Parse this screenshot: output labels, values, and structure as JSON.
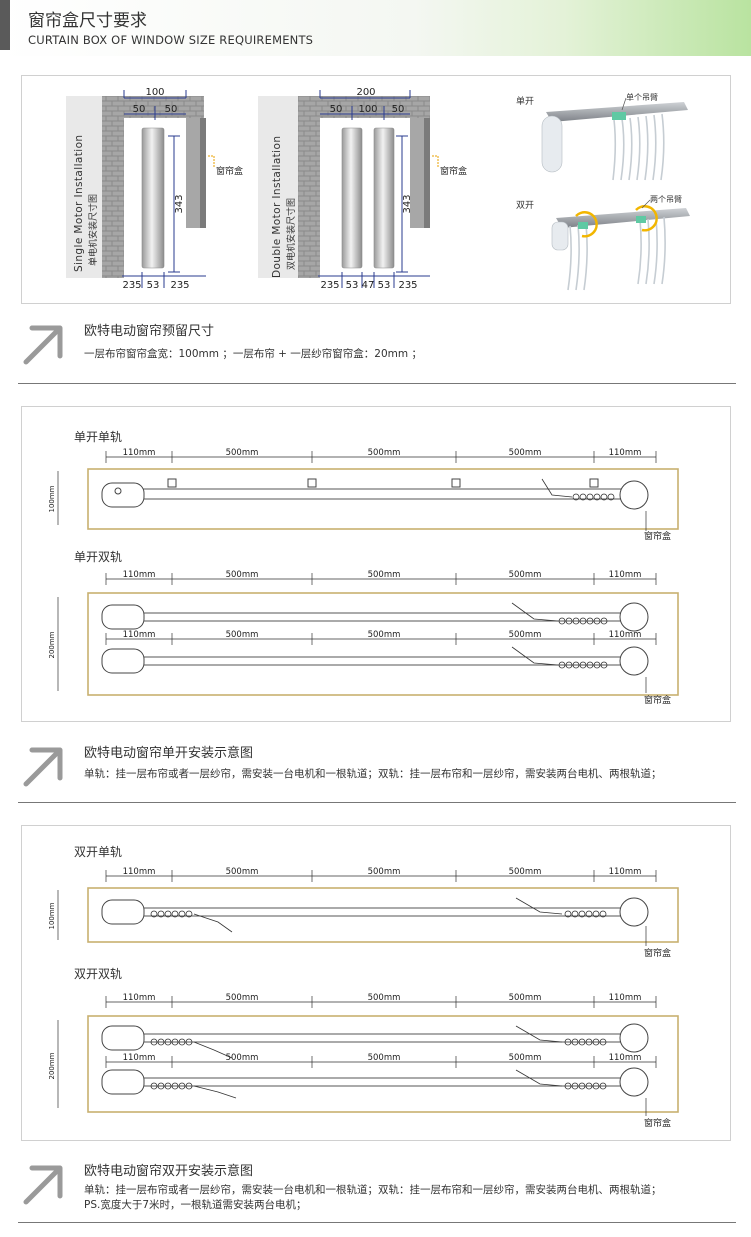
{
  "header": {
    "title": "窗帘盒尺寸要求",
    "subtitle": "CURTAIN BOX OF WINDOW SIZE REQUIREMENTS"
  },
  "panel1": {
    "single": {
      "title_en": "Single Motor Installation",
      "title_cn": "单电机安装尺寸图",
      "top_total": "100",
      "top_parts": [
        "50",
        "50"
      ],
      "height": "343",
      "bottom": [
        "235",
        "53",
        "235"
      ],
      "box_label": "窗帘盒"
    },
    "double": {
      "title_en": "Double Motor Installation",
      "title_cn": "双电机安装尺寸图",
      "top_total": "200",
      "top_parts": [
        "50",
        "100",
        "50"
      ],
      "height": "343",
      "bottom": [
        "235",
        "53",
        "47",
        "53",
        "235"
      ],
      "box_label": "窗帘盒"
    },
    "types": {
      "single_open": "单开",
      "single_arm": "单个吊臂",
      "double_open": "双开",
      "double_arm": "两个吊臂"
    }
  },
  "note1": {
    "title": "欧特电动窗帘预留尺寸",
    "line1": "一层布帘窗帘盒宽：100mm  ；一层布帘 + 一层纱帘窗帘盒：20mm  ；"
  },
  "panel2": {
    "section1": {
      "title": "单开单轨",
      "dims": [
        "110mm",
        "500mm",
        "500mm",
        "500mm",
        "110mm"
      ],
      "side_dim": "100mm",
      "box_label": "窗帘盒"
    },
    "section2": {
      "title": "单开双轨",
      "dims_top": [
        "110mm",
        "500mm",
        "500mm",
        "500mm",
        "110mm"
      ],
      "dims_bottom": [
        "110mm",
        "500mm",
        "500mm",
        "500mm",
        "110mm"
      ],
      "side_dim": "200mm",
      "box_label": "窗帘盒"
    }
  },
  "note2": {
    "title": "欧特电动窗帘单开安装示意图",
    "line1": "单轨：挂一层布帘或者一层纱帘，需安装一台电机和一根轨道；双轨：挂一层布帘和一层纱帘，需安装两台电机、两根轨道；"
  },
  "panel3": {
    "section1": {
      "title": "双开单轨",
      "dims": [
        "110mm",
        "500mm",
        "500mm",
        "500mm",
        "110mm"
      ],
      "side_dim": "100mm",
      "box_label": "窗帘盒"
    },
    "section2": {
      "title": "双开双轨",
      "dims_top": [
        "110mm",
        "500mm",
        "500mm",
        "500mm",
        "110mm"
      ],
      "dims_bottom": [
        "110mm",
        "500mm",
        "500mm",
        "500mm",
        "110mm"
      ],
      "side_dim": "200mm",
      "box_label": "窗帘盒"
    }
  },
  "note3": {
    "title": "欧特电动窗帘双开安装示意图",
    "line1": "单轨：挂一层布帘或者一层纱帘，需安装一台电机和一根轨道；双轨：挂一层布帘和一层纱帘，需安装两台电机、两根轨道；",
    "line2": "PS.宽度大于7米时，一根轨道需安装两台电机；"
  }
}
